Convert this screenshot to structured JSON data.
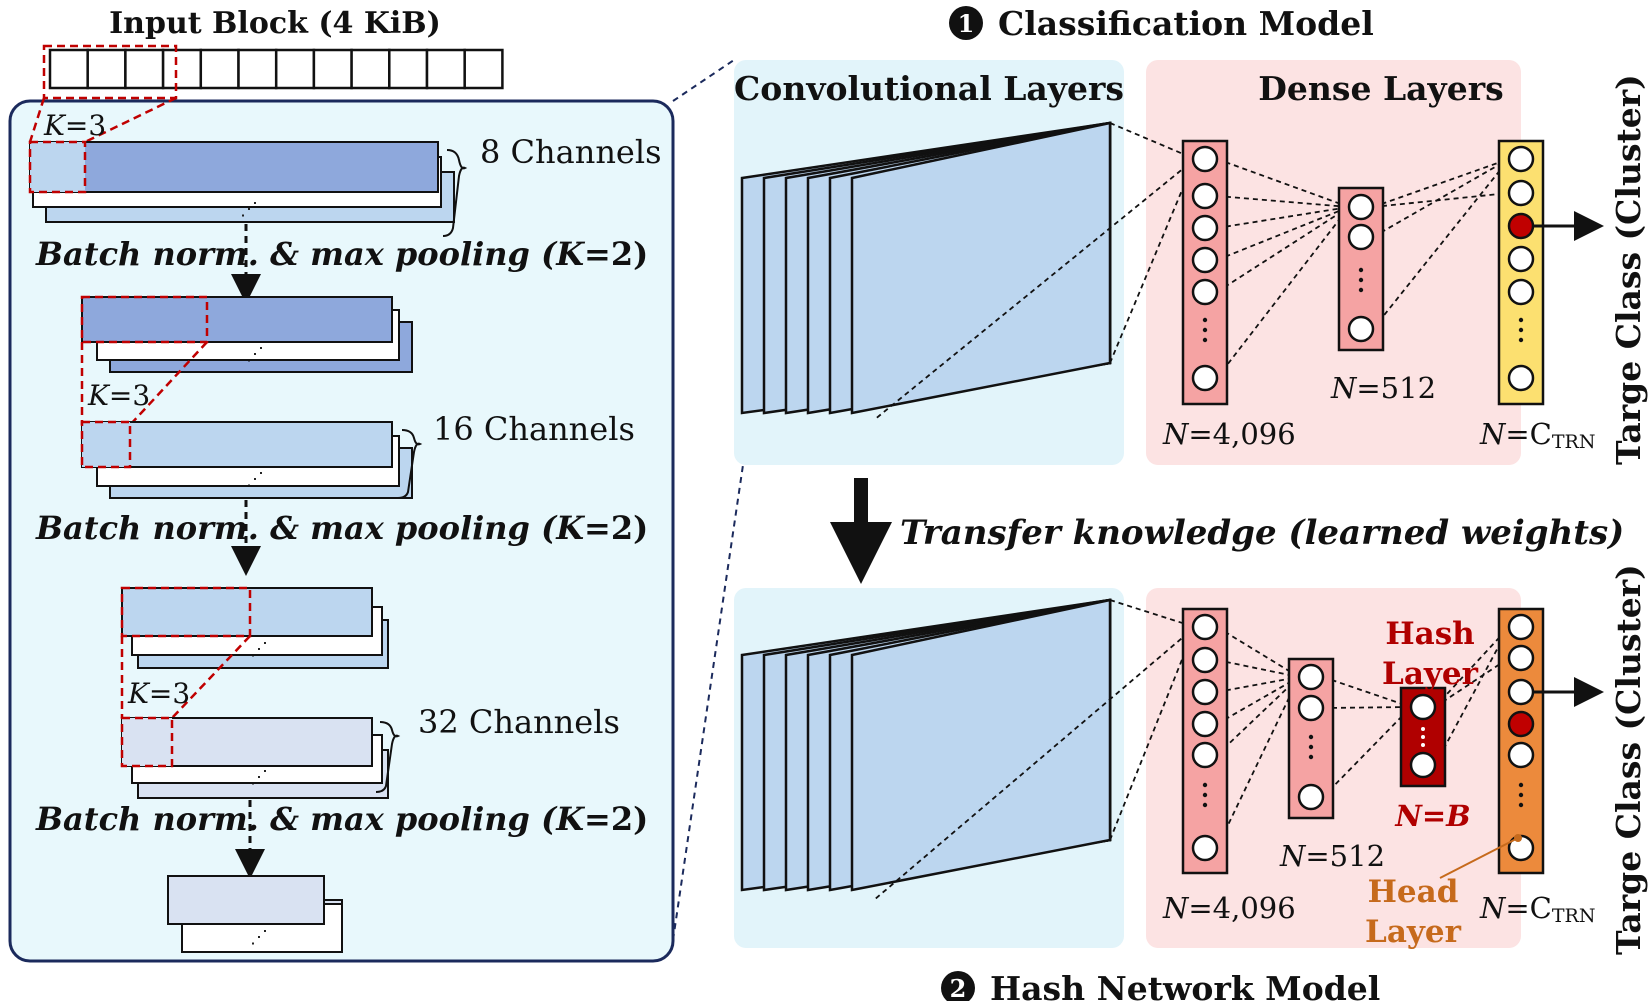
{
  "input_block": {
    "title": "Input Block (4 KiB)",
    "cells": 12,
    "highlighted_cells": 3
  },
  "encoder": {
    "kernel_label": "K=3",
    "kernel_k": "K",
    "kernel_val": "=3",
    "channels": [
      "8 Channels",
      "16 Channels",
      "32 Channels"
    ],
    "pool_label_a": "Batch norm. & max pooling (",
    "pool_label_k": "K",
    "pool_label_b": "=2)",
    "dots": "⋰"
  },
  "classification_model": {
    "badge": "1",
    "title": "Classification Model",
    "conv_title": "Convolutional Layers",
    "dense_title": "Dense Layers",
    "layers": [
      {
        "n_label": "N",
        "n_value": "=4,096"
      },
      {
        "n_label": "N",
        "n_value": "=512"
      },
      {
        "n_label": "N",
        "n_value": "=C",
        "n_sub": "TRN"
      }
    ],
    "output_label": "Targe Class (Cluster)"
  },
  "transfer": {
    "label": "Transfer knowledge (learned weights)"
  },
  "hash_model": {
    "badge": "2",
    "title": "Hash Network Model",
    "hash_layer_title_1": "Hash",
    "hash_layer_title_2": "Layer",
    "hash_layer_n": "N=B",
    "head_layer_title_1": "Head",
    "head_layer_title_2": "Layer",
    "layers": [
      {
        "n_label": "N",
        "n_value": "=4,096"
      },
      {
        "n_label": "N",
        "n_value": "=512"
      },
      {
        "n_label": "N",
        "n_value": "=C",
        "n_sub": "TRN"
      }
    ],
    "output_label": "Targe Class (Cluster)"
  },
  "colors": {
    "panel_blue": "#e8f8fc",
    "panel_border": "#1b2a5c",
    "dense_panel": "#fce3e3",
    "conv_panel": "#e2f4fa",
    "fmap_dark": "#8ea8dc",
    "fmap_mid": "#bcd6ef",
    "fmap_light": "#d9e2f2",
    "kernel_red": "#c00000",
    "neuron_pink": "#f5a3a3",
    "neuron_yellow": "#fce070",
    "neuron_orange": "#ec8a3c",
    "hash_red": "#b00000",
    "head_label": "#c66a1c"
  }
}
